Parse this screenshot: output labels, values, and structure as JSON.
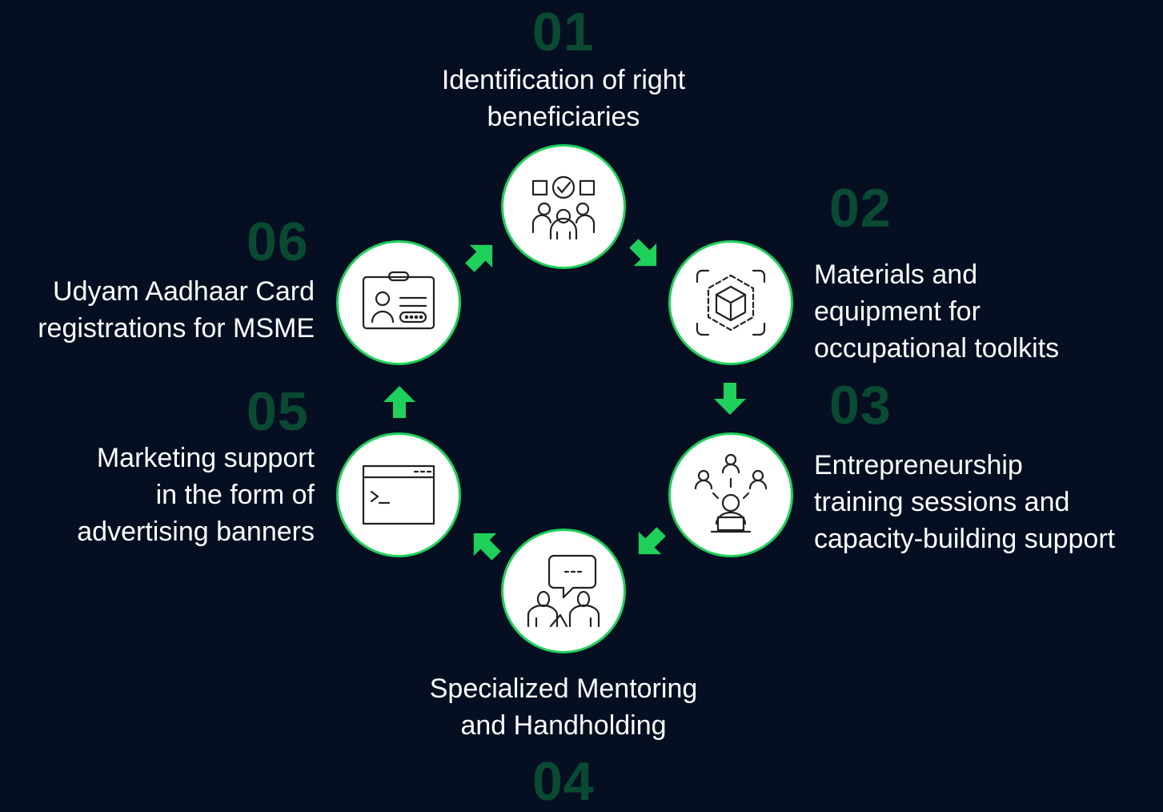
{
  "accent_color": "#1fd05a",
  "number_color": "#0a4a32",
  "background_color": "#060f22",
  "steps": [
    {
      "number": "01",
      "label": "Identification of right\nbeneficiaries",
      "icon": "team-checkmark-icon"
    },
    {
      "number": "02",
      "label": "Materials and\nequipment for\noccupational toolkits",
      "icon": "3d-box-icon"
    },
    {
      "number": "03",
      "label": "Entrepreneurship\ntraining sessions and\ncapacity-building support",
      "icon": "training-session-icon"
    },
    {
      "number": "04",
      "label": "Specialized Mentoring\nand Handholding",
      "icon": "mentoring-chat-icon"
    },
    {
      "number": "05",
      "label": "Marketing support\nin the form of\nadvertising banners",
      "icon": "browser-window-icon"
    },
    {
      "number": "06",
      "label": "Udyam Aadhaar Card\nregistrations for MSME",
      "icon": "id-card-icon"
    }
  ]
}
